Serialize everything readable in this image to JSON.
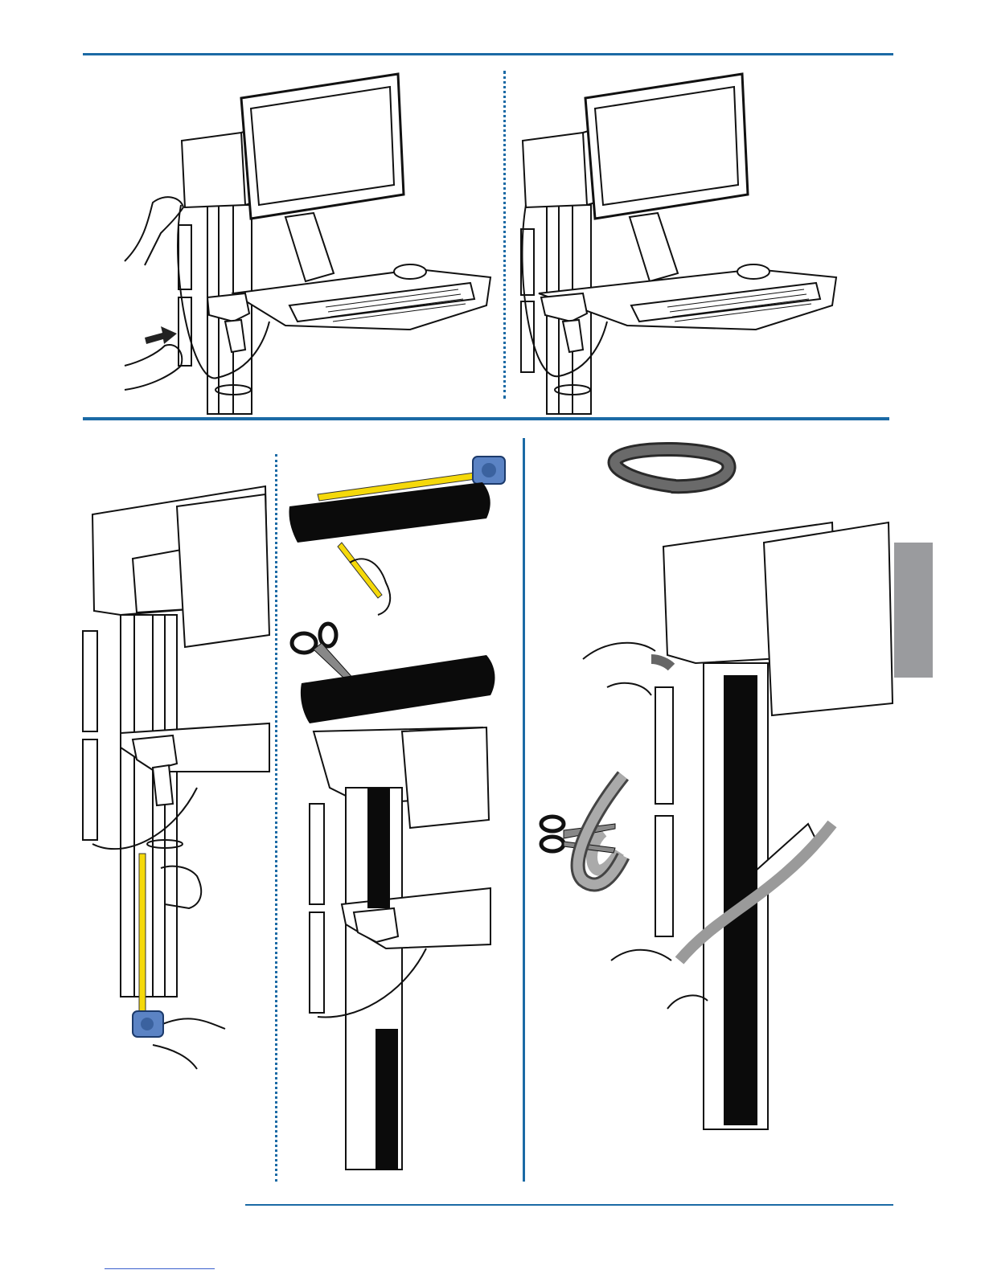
{
  "page": {
    "background": "#ffffff",
    "accent_color": "#1b6aa5",
    "tab_color": "#9a9b9e"
  },
  "panels": [
    {
      "id": "step-a",
      "illustration": "hand-pulling-cable-into-channel"
    },
    {
      "id": "step-b",
      "illustration": "cart-with-cable-routed"
    },
    {
      "id": "step-c",
      "illustration": "measuring-column-with-tape"
    },
    {
      "id": "step-d",
      "illustration": "mark-and-cut-cover-strip"
    },
    {
      "id": "step-e",
      "illustration": "cut-foam-and-insert-into-column"
    }
  ],
  "icons": [
    "tape-measure-icon",
    "scissors-icon",
    "pencil-icon",
    "arrow-icon",
    "foam-tube-icon"
  ]
}
